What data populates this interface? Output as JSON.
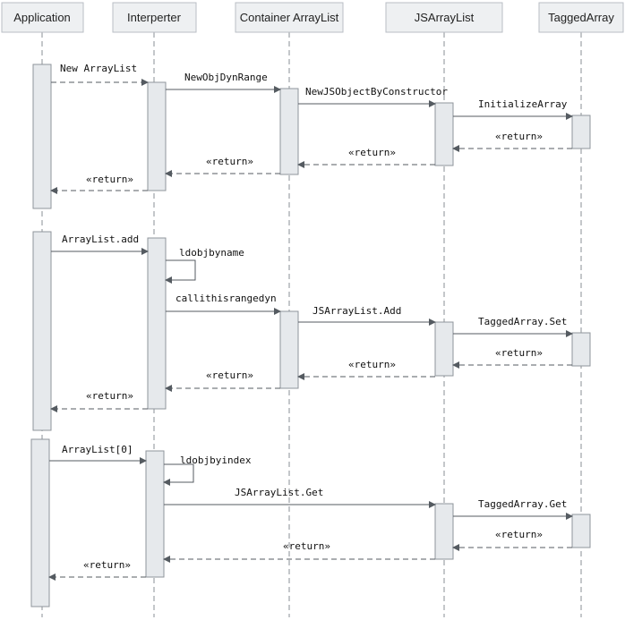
{
  "participants": [
    {
      "id": "app",
      "label": "Application"
    },
    {
      "id": "interp",
      "label": "Interperter"
    },
    {
      "id": "container",
      "label": "Container ArrayList"
    },
    {
      "id": "jsarray",
      "label": "JSArrayList"
    },
    {
      "id": "tagged",
      "label": "TaggedArray"
    }
  ],
  "messages": [
    {
      "label": "New ArrayList",
      "from": "app",
      "to": "interp",
      "kind": "call"
    },
    {
      "label": "NewObjDynRange",
      "from": "interp",
      "to": "container",
      "kind": "call"
    },
    {
      "label": "NewJSObjectByConstructor",
      "from": "container",
      "to": "jsarray",
      "kind": "call"
    },
    {
      "label": "InitializeArray",
      "from": "jsarray",
      "to": "tagged",
      "kind": "call"
    },
    {
      "label": "«return»",
      "from": "tagged",
      "to": "jsarray",
      "kind": "return"
    },
    {
      "label": "«return»",
      "from": "jsarray",
      "to": "container",
      "kind": "return"
    },
    {
      "label": "«return»",
      "from": "container",
      "to": "interp",
      "kind": "return"
    },
    {
      "label": "«return»",
      "from": "interp",
      "to": "app",
      "kind": "return"
    },
    {
      "label": "ArrayList.add",
      "from": "app",
      "to": "interp",
      "kind": "call"
    },
    {
      "label": "ldobjbyname",
      "from": "interp",
      "to": "interp",
      "kind": "self"
    },
    {
      "label": "callithisrangedyn",
      "from": "interp",
      "to": "container",
      "kind": "call"
    },
    {
      "label": "JSArrayList.Add",
      "from": "container",
      "to": "jsarray",
      "kind": "call"
    },
    {
      "label": "TaggedArray.Set",
      "from": "jsarray",
      "to": "tagged",
      "kind": "call"
    },
    {
      "label": "«return»",
      "from": "tagged",
      "to": "jsarray",
      "kind": "return"
    },
    {
      "label": "«return»",
      "from": "jsarray",
      "to": "container",
      "kind": "return"
    },
    {
      "label": "«return»",
      "from": "container",
      "to": "interp",
      "kind": "return"
    },
    {
      "label": "«return»",
      "from": "interp",
      "to": "app",
      "kind": "return"
    },
    {
      "label": "ArrayList[0]",
      "from": "app",
      "to": "interp",
      "kind": "call"
    },
    {
      "label": "ldobjbyindex",
      "from": "interp",
      "to": "interp",
      "kind": "self"
    },
    {
      "label": "JSArrayList.Get",
      "from": "interp",
      "to": "jsarray",
      "kind": "call"
    },
    {
      "label": "TaggedArray.Get",
      "from": "jsarray",
      "to": "tagged",
      "kind": "call"
    },
    {
      "label": "«return»",
      "from": "tagged",
      "to": "jsarray",
      "kind": "return"
    },
    {
      "label": "«return»",
      "from": "jsarray",
      "to": "interp",
      "kind": "return"
    },
    {
      "label": "«return»",
      "from": "interp",
      "to": "app",
      "kind": "return"
    }
  ]
}
